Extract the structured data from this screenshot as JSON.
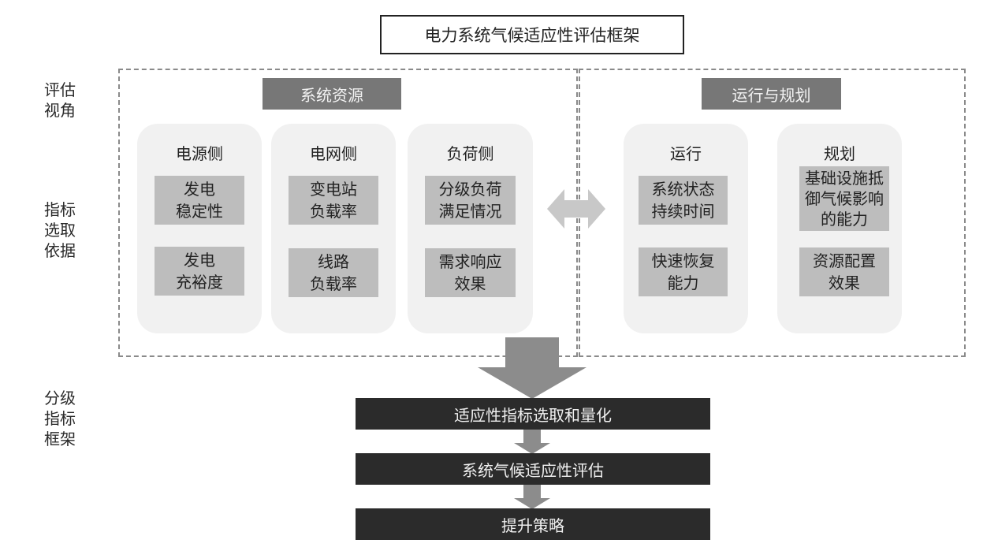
{
  "title": "电力系统气候适应性评估框架",
  "side_labels": {
    "perspective": "评估\n视角",
    "basis": "指标\n选取\n依据",
    "framework": "分级\n指标\n框架"
  },
  "groups": [
    {
      "header": "系统资源",
      "panels": [
        {
          "title": "电源侧",
          "metrics": [
            "发电\n稳定性",
            "发电\n充裕度"
          ]
        },
        {
          "title": "电网侧",
          "metrics": [
            "变电站\n负载率",
            "线路\n负载率"
          ]
        },
        {
          "title": "负荷侧",
          "metrics": [
            "分级负荷\n满足情况",
            "需求响应\n效果"
          ]
        }
      ]
    },
    {
      "header": "运行与规划",
      "panels": [
        {
          "title": "运行",
          "metrics": [
            "系统状态\n持续时间",
            "快速恢复\n能力"
          ]
        },
        {
          "title": "规划",
          "metrics": [
            "基础设施抵\n御气候影响\n的能力",
            "资源配置\n效果"
          ]
        }
      ]
    }
  ],
  "connector": "bidirectional-arrow-icon",
  "flow_steps": [
    "适应性指标选取和量化",
    "系统气候适应性评估",
    "提升策略"
  ],
  "colors": {
    "header_fill": "#777777",
    "panel_fill": "#f1f1f1",
    "metric_fill": "#bdbdbd",
    "bar_fill": "#2b2b2b",
    "arrow_fill": "#8c8c8c",
    "double_arrow_fill": "#c8c8c8",
    "dash_border": "#8a8a8a"
  }
}
